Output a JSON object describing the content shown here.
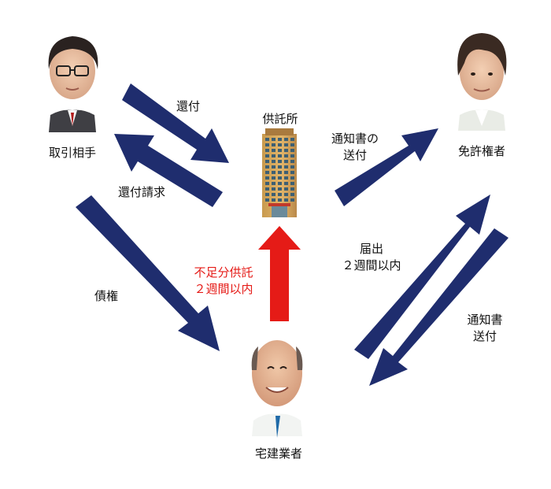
{
  "nodes": {
    "counterparty": "取引相手",
    "deposit_office": "供託所",
    "licensor": "免許権者",
    "broker": "宅建業者"
  },
  "edges": {
    "refund": "還付",
    "refund_request": "還付請求",
    "notice_send_line1": "通知書の",
    "notice_send_line2": "送付",
    "report_line1": "届出",
    "report_line2": "２週間以内",
    "shortfall_line1": "不足分供託",
    "shortfall_line2": "２週間以内",
    "claim": "債権",
    "notice_line1": "通知書",
    "notice_line2": "送付"
  },
  "colors": {
    "arrow": "#1f2d6e",
    "alert_arrow": "#e51b17",
    "alert_text": "#e51b17"
  }
}
